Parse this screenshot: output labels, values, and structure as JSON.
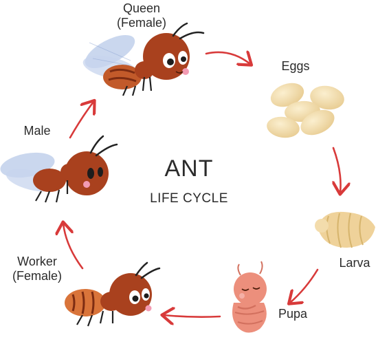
{
  "diagram": {
    "title": "ANT",
    "subtitle": "LIFE CYCLE",
    "stages": {
      "queen": {
        "line1": "Queen",
        "line2": "(Female)"
      },
      "eggs": {
        "line1": "Eggs"
      },
      "larva": {
        "line1": "Larva"
      },
      "pupa": {
        "line1": "Pupa"
      },
      "worker": {
        "line1": "Worker",
        "line2": "(Female)"
      },
      "male": {
        "line1": "Male"
      }
    }
  },
  "colors": {
    "arrow": "#d83a3a",
    "ant_body": "#a9411e",
    "ant_body_dark": "#7d2c12",
    "ant_stripe": "#d9743a",
    "wing": "#b8c9e8",
    "egg": "#f0d9a8",
    "larva": "#efd29a",
    "pupa": "#ec8f7c",
    "text": "#2b2b2b"
  }
}
